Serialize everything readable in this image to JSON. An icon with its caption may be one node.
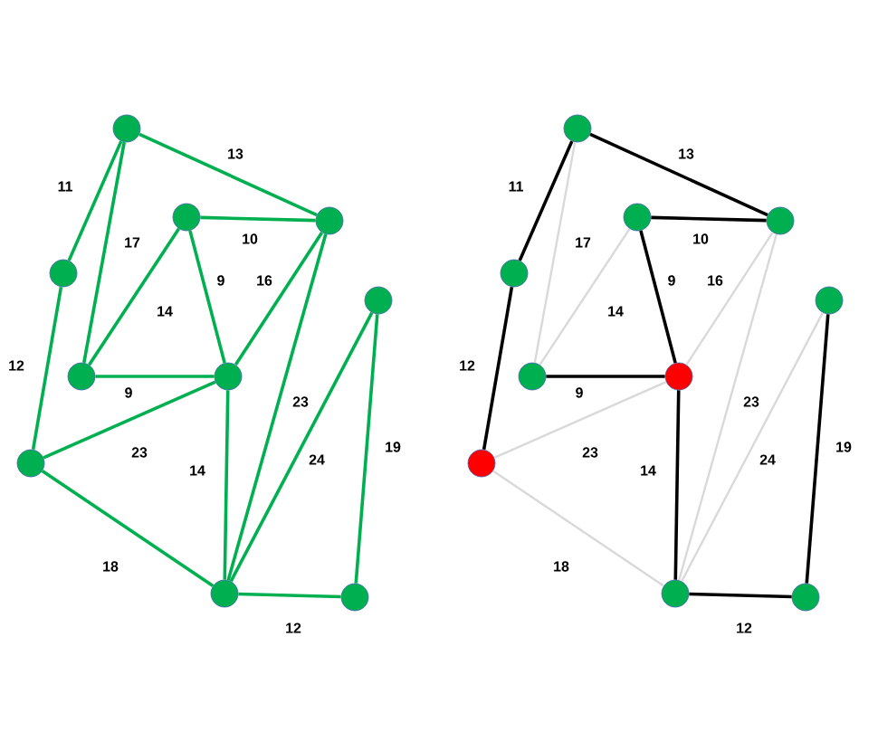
{
  "diagram": {
    "nodes": [
      {
        "text": [],
        "shape": "circle"
      },
      {
        "text": [],
        "shape": "circle"
      },
      {
        "text": [],
        "shape": "circle"
      },
      {
        "text": [],
        "shape": "circle"
      },
      {
        "text": [],
        "shape": "circle"
      },
      {
        "text": [],
        "shape": "circle"
      },
      {
        "text": [],
        "shape": "circle"
      },
      {
        "text": [],
        "shape": "circle"
      },
      {
        "text": [],
        "shape": "circle"
      },
      {
        "text": [],
        "shape": "circle"
      },
      {
        "text": [],
        "shape": "circle"
      },
      {
        "text": [],
        "shape": "circle"
      },
      {
        "text": [],
        "shape": "circle"
      },
      {
        "text": [],
        "shape": "circle"
      },
      {
        "text": [],
        "shape": "circle"
      },
      {
        "text": [],
        "shape": "circle"
      },
      {
        "text": [],
        "shape": "circle"
      },
      {
        "text": [],
        "shape": "circle"
      },
      {
        "text": [],
        "shape": "circle"
      },
      {
        "text": [],
        "shape": "circle"
      }
    ],
    "edges": [
      {
        "from": 0,
        "to": 1,
        "arrow": "none",
        "label": "11"
      },
      {
        "from": 0,
        "to": 3,
        "arrow": "none",
        "label": "13"
      },
      {
        "from": 0,
        "to": 4,
        "arrow": "none",
        "label": "17"
      },
      {
        "from": 2,
        "to": 3,
        "arrow": "none",
        "label": "10"
      },
      {
        "from": 2,
        "to": 5,
        "arrow": "none",
        "label": "9"
      },
      {
        "from": 3,
        "to": 5,
        "arrow": "none",
        "label": "16"
      },
      {
        "from": 2,
        "to": 4,
        "arrow": "none",
        "label": "14"
      },
      {
        "from": 1,
        "to": 7,
        "arrow": "none",
        "label": "12"
      },
      {
        "from": 4,
        "to": 5,
        "arrow": "none",
        "label": "9"
      },
      {
        "from": 7,
        "to": 5,
        "arrow": "none",
        "label": "23"
      },
      {
        "from": 5,
        "to": 8,
        "arrow": "none",
        "label": "14"
      },
      {
        "from": 3,
        "to": 8,
        "arrow": "none",
        "label": "23"
      },
      {
        "from": 6,
        "to": 8,
        "arrow": "none",
        "label": "24"
      },
      {
        "from": 6,
        "to": 9,
        "arrow": "none",
        "label": "19"
      },
      {
        "from": 7,
        "to": 8,
        "arrow": "none",
        "label": "18"
      },
      {
        "from": 8,
        "to": 9,
        "arrow": "none",
        "label": "12"
      },
      {
        "from": 10,
        "to": 11,
        "arrow": "none",
        "label": "11",
        "color": "#000000"
      },
      {
        "from": 10,
        "to": 13,
        "arrow": "none",
        "label": "13",
        "color": "#000000"
      },
      {
        "from": 10,
        "to": 14,
        "arrow": "none",
        "label": "17",
        "color": "#d9d9d9"
      },
      {
        "from": 12,
        "to": 13,
        "arrow": "none",
        "label": "10",
        "color": "#000000"
      },
      {
        "from": 12,
        "to": 15,
        "arrow": "none",
        "label": "9",
        "color": "#000000"
      },
      {
        "from": 13,
        "to": 15,
        "arrow": "none",
        "label": "16",
        "color": "#d9d9d9"
      },
      {
        "from": 12,
        "to": 14,
        "arrow": "none",
        "label": "14",
        "color": "#d9d9d9"
      },
      {
        "from": 11,
        "to": 17,
        "arrow": "none",
        "label": "12",
        "color": "#000000"
      },
      {
        "from": 14,
        "to": 15,
        "arrow": "none",
        "label": "9",
        "color": "#000000"
      },
      {
        "from": 17,
        "to": 15,
        "arrow": "none",
        "label": "23",
        "color": "#d9d9d9"
      },
      {
        "from": 15,
        "to": 18,
        "arrow": "none",
        "label": "14",
        "color": "#000000"
      },
      {
        "from": 13,
        "to": 18,
        "arrow": "none",
        "label": "23",
        "color": "#d9d9d9"
      },
      {
        "from": 16,
        "to": 18,
        "arrow": "none",
        "label": "24",
        "color": "#d9d9d9"
      },
      {
        "from": 16,
        "to": 19,
        "arrow": "none",
        "label": "19",
        "color": "#000000"
      },
      {
        "from": 17,
        "to": 18,
        "arrow": "none",
        "label": "18",
        "color": "#d9d9d9"
      },
      {
        "from": 18,
        "to": 19,
        "arrow": "none",
        "label": "12",
        "color": "#000000"
      }
    ]
  }
}
